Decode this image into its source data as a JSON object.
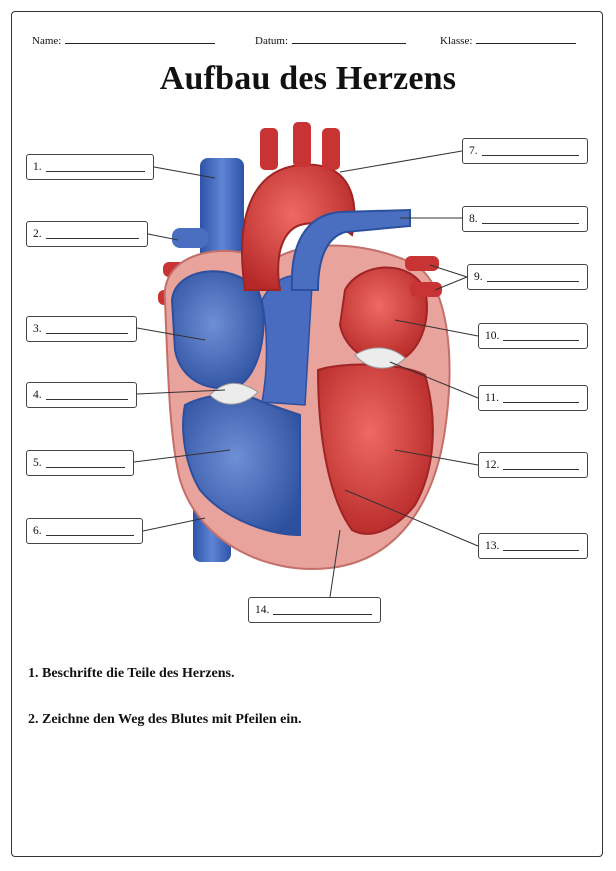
{
  "header": {
    "name_label": "Name:",
    "date_label": "Datum:",
    "class_label": "Klasse:"
  },
  "title": "Aufbau des Herzens",
  "labels": [
    "1.",
    "2.",
    "3.",
    "4.",
    "5.",
    "6.",
    "7.",
    "8.",
    "9.",
    "10.",
    "11.",
    "12.",
    "13.",
    "14."
  ],
  "tasks": [
    "1. Beschrifte die Teile des Herzens.",
    "2. Zeichne den Weg des Blutes mit Pfeilen ein."
  ],
  "colors": {
    "blue": "#3f66b8",
    "red": "#d23b3b",
    "muscle": "#e9a09a"
  }
}
